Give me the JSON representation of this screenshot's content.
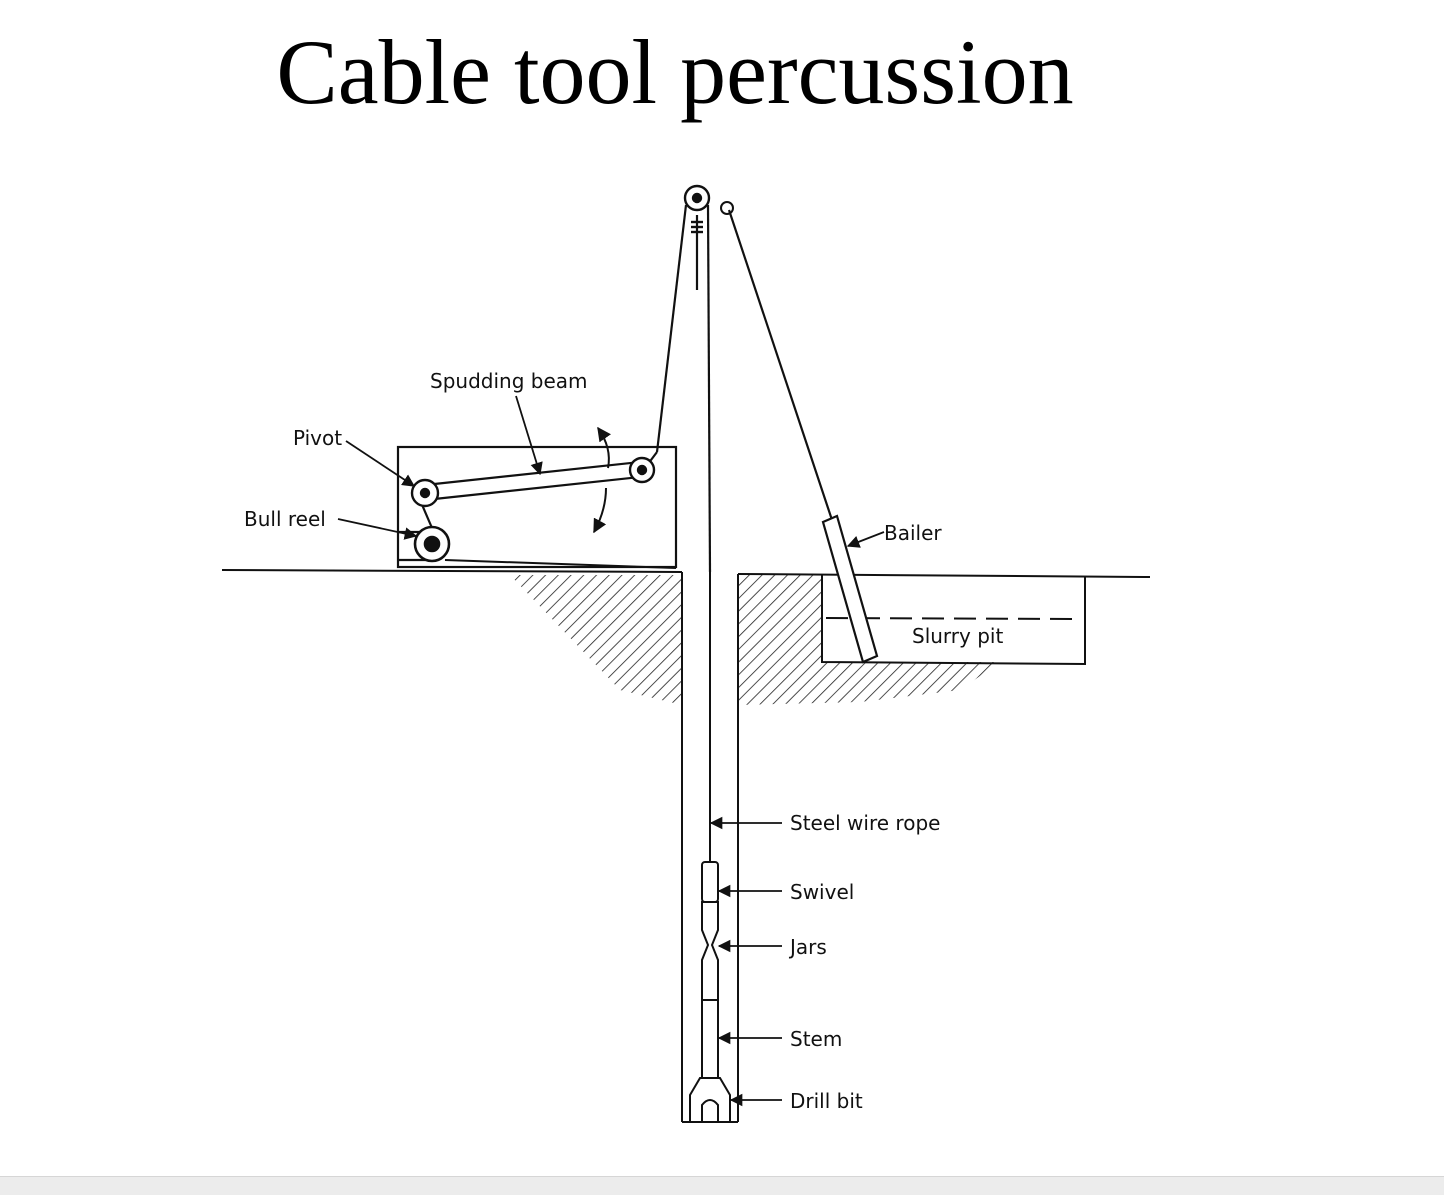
{
  "title": "Cable tool percussion",
  "labels": {
    "spudding_beam": "Spudding beam",
    "pivot": "Pivot",
    "bull_reel": "Bull reel",
    "bailer": "Bailer",
    "slurry_pit": "Slurry pit",
    "steel_wire_rope": "Steel wire rope",
    "swivel": "Swivel",
    "jars": "Jars",
    "stem": "Stem",
    "drill_bit": "Drill bit"
  }
}
